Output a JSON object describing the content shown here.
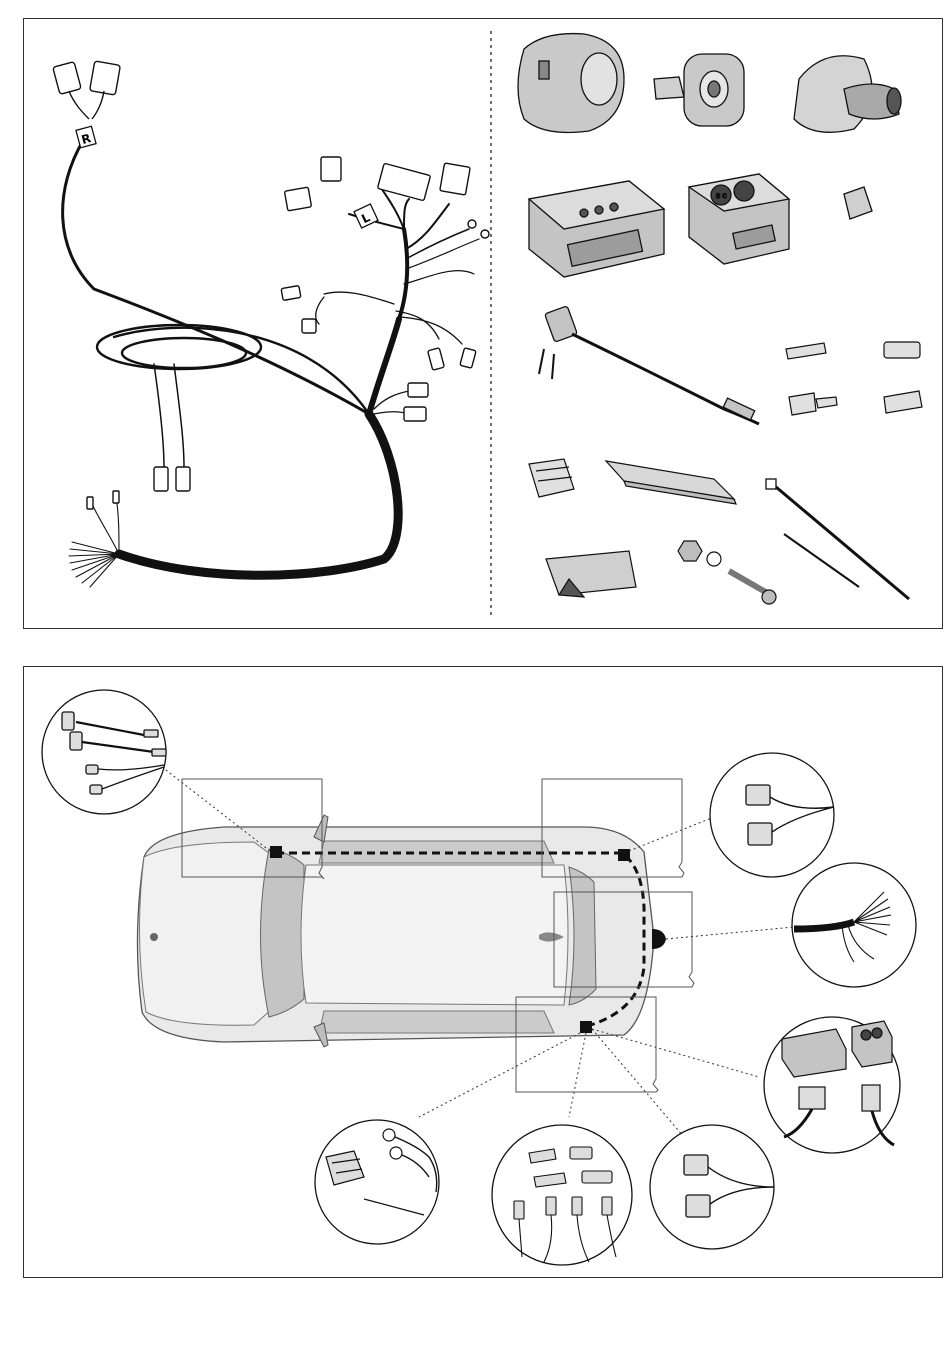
{
  "harness": {
    "right_tag": "R",
    "left_tag": "L"
  },
  "control_module": {
    "badge": "E C"
  },
  "colors": {
    "line": "#111111",
    "part_fill": "#c9c9c9",
    "part_dark": "#9a9a9a",
    "car_body": "#e4e4e4",
    "car_glass": "#bdbdbd",
    "route": "#111111"
  }
}
